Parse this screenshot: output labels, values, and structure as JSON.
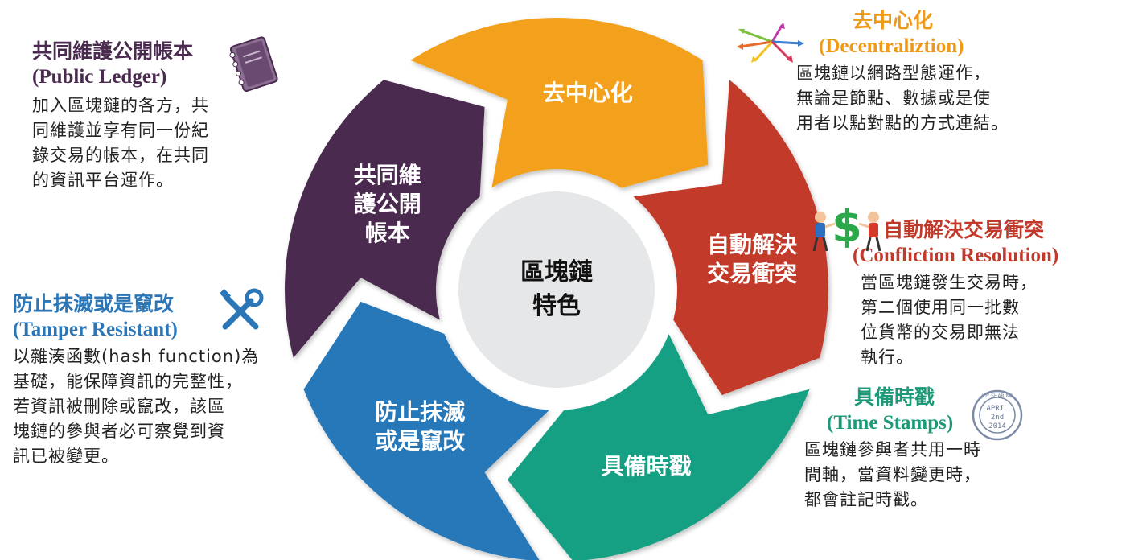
{
  "center": {
    "line1": "區塊鏈",
    "line2": "特色"
  },
  "segments": [
    {
      "lines": [
        "去中心化"
      ],
      "color": "#f3a11b"
    },
    {
      "lines": [
        "自動解決",
        "交易衝突"
      ],
      "color": "#c23a2c"
    },
    {
      "lines": [
        "具備時戳"
      ],
      "color": "#17a083"
    },
    {
      "lines": [
        "防止抹滅",
        "或是竄改"
      ],
      "color": "#2878b8"
    },
    {
      "lines": [
        "共同維",
        "護公開",
        "帳本"
      ],
      "color": "#4b2a4f"
    }
  ],
  "blocks": {
    "ledger": {
      "title_zh": "共同維護公開帳本",
      "title_en": "(Public Ledger)",
      "desc": [
        "加入區塊鏈的各方，共",
        "同維護並享有同一份紀",
        "錄交易的帳本，在共同",
        "的資訊平台運作。"
      ]
    },
    "decentral": {
      "title_zh": "去中心化",
      "title_en": "(Decentraliztion)",
      "desc": [
        "區塊鏈以網路型態運作，",
        "無論是節點、數據或是使",
        "用者以點對點的方式連結。"
      ]
    },
    "conflict": {
      "title_zh": "自動解決交易衝突",
      "title_en": "(Confliction Resolution)",
      "desc": [
        "當區塊鏈發生交易時，",
        "第二個使用同一批數",
        "位貨幣的交易即無法",
        "執行。"
      ]
    },
    "tamper": {
      "title_zh": "防止抹滅或是竄改",
      "title_en": "(Tamper Resistant)",
      "desc": [
        "以雜湊函數(hash  function)為",
        "基礎，能保障資訊的完整性，",
        "若資訊被刪除或竄改，該區",
        "塊鏈的參與者必可察覺到資",
        "訊已被變更。"
      ]
    },
    "timestamp": {
      "title_zh": "具備時戳",
      "title_en": "(Time Stamps)",
      "desc": [
        "區塊鏈參與者共用一時",
        "間軸，當資料變更時，",
        "都會註記時戳。"
      ]
    }
  },
  "stamp": {
    "top": "JOY SHARING",
    "month": "APRIL",
    "day": "2nd",
    "year": "2014"
  },
  "icons": [
    "notebook-icon",
    "arrows-icon",
    "money-dispute-icon",
    "tools-icon",
    "postmark-stamp-icon"
  ]
}
